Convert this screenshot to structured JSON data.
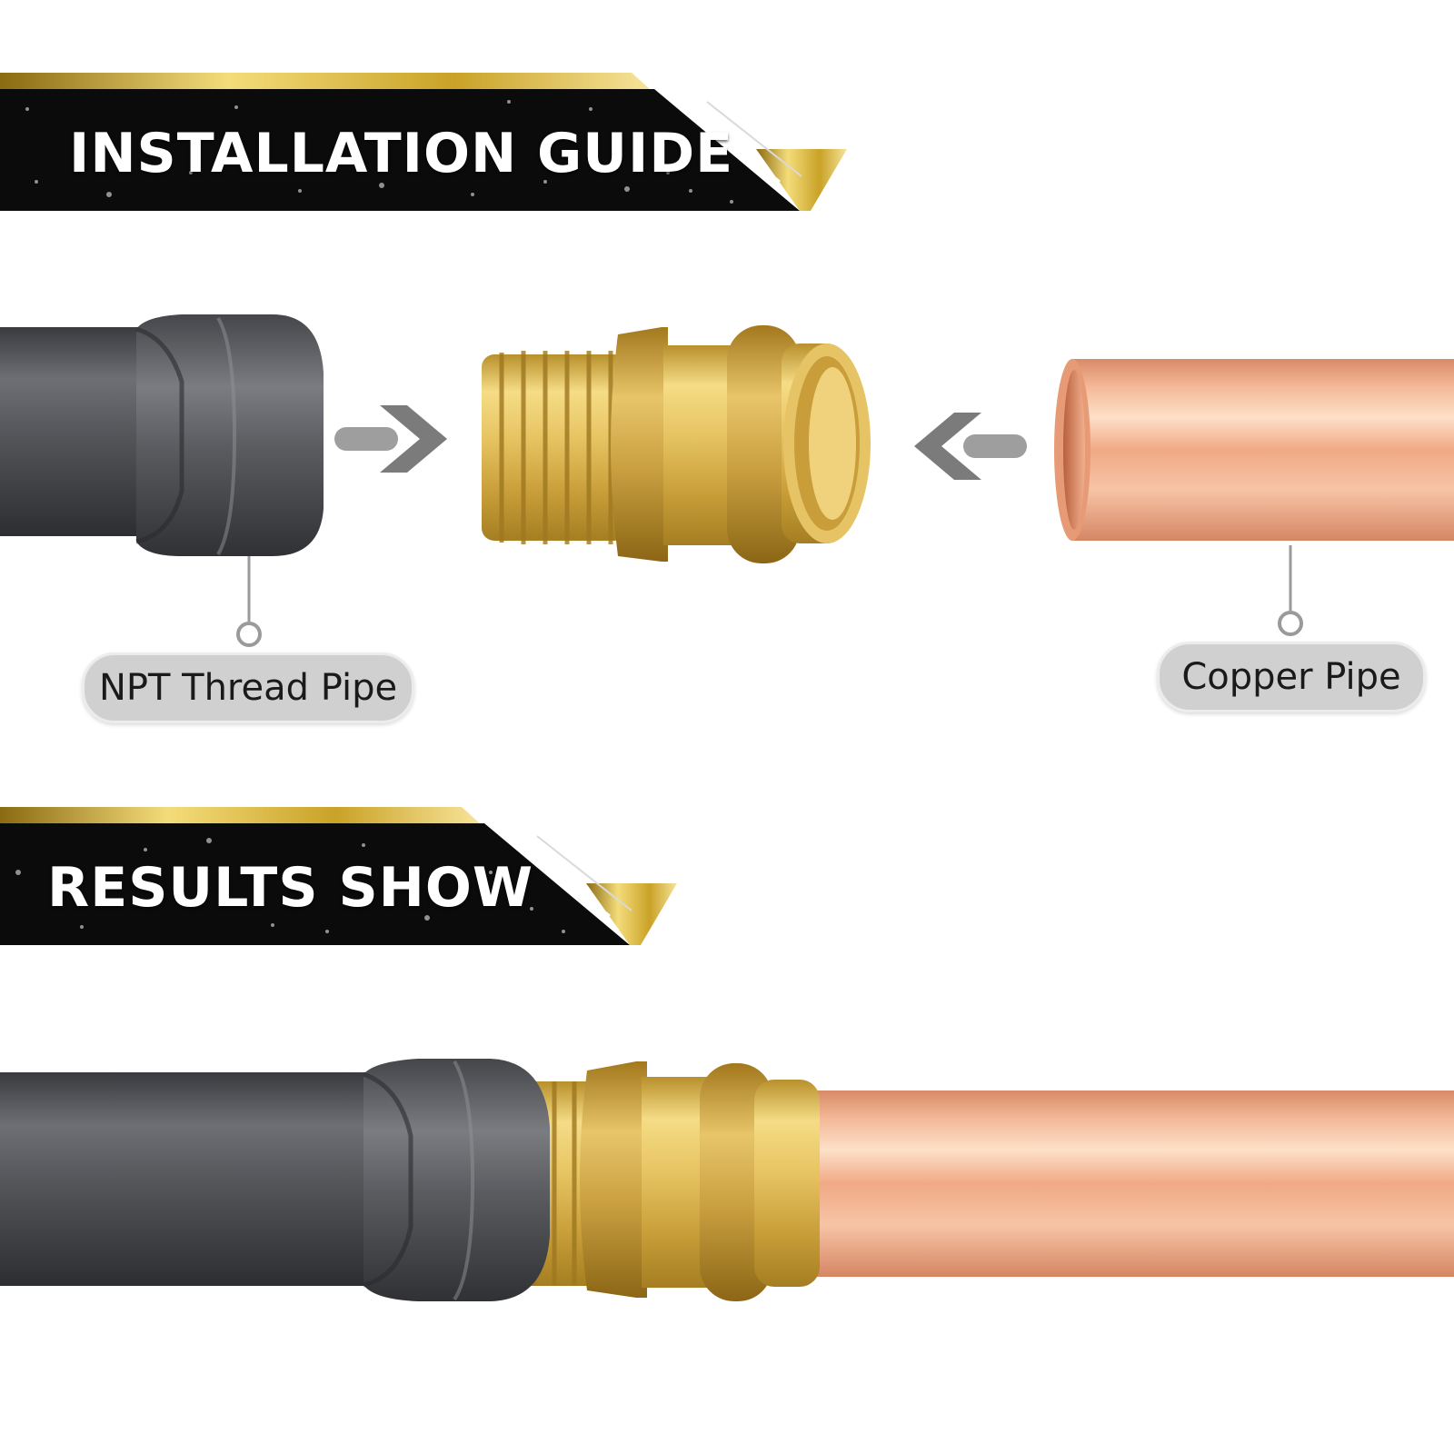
{
  "banners": {
    "installation": "INSTALLATION GUIDE",
    "results": "RESULTS SHOW"
  },
  "labels": {
    "npt_pipe": "NPT Thread Pipe",
    "copper_pipe": "Copper Pipe"
  },
  "colors": {
    "banner_black": "#0b0b0b",
    "gold": "#c9a227",
    "brass": "#e2bd5a",
    "copper": "#eea27c",
    "iron": "#4a4c50",
    "arrow_gray": "#8a8a8a",
    "pill_gray": "#d0d0d0"
  },
  "icons": [
    "arrow-right-icon",
    "arrow-left-icon"
  ]
}
